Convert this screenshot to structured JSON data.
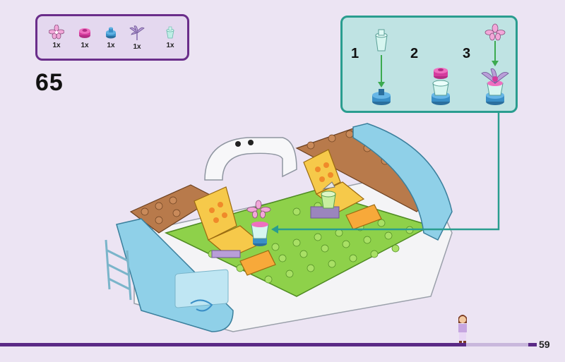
{
  "step": {
    "number": "65"
  },
  "parts_list": [
    {
      "icon": "pink-flower-icon",
      "qty": "1x",
      "color": "#f2a7d9"
    },
    {
      "icon": "magenta-round-plate-icon",
      "qty": "1x",
      "color": "#d43c9e"
    },
    {
      "icon": "blue-round-plate-icon",
      "qty": "1x",
      "color": "#3a8fc7"
    },
    {
      "icon": "lavender-leaves-icon",
      "qty": "1x",
      "color": "#b99ed8"
    },
    {
      "icon": "clear-cup-icon",
      "qty": "1x",
      "color": "#bfeee6"
    }
  ],
  "substeps": [
    {
      "number": "1"
    },
    {
      "number": "2"
    },
    {
      "number": "3"
    }
  ],
  "page": {
    "number": "59"
  },
  "colors": {
    "background": "#ece4f3",
    "accent_purple": "#5b2a86",
    "substep_border": "#2a9d8f",
    "baseplate_green": "#8ed14a",
    "frame_blue": "#8fd0e8",
    "tile_brown": "#b87a4b",
    "seat_yellow": "#f6c94a"
  }
}
